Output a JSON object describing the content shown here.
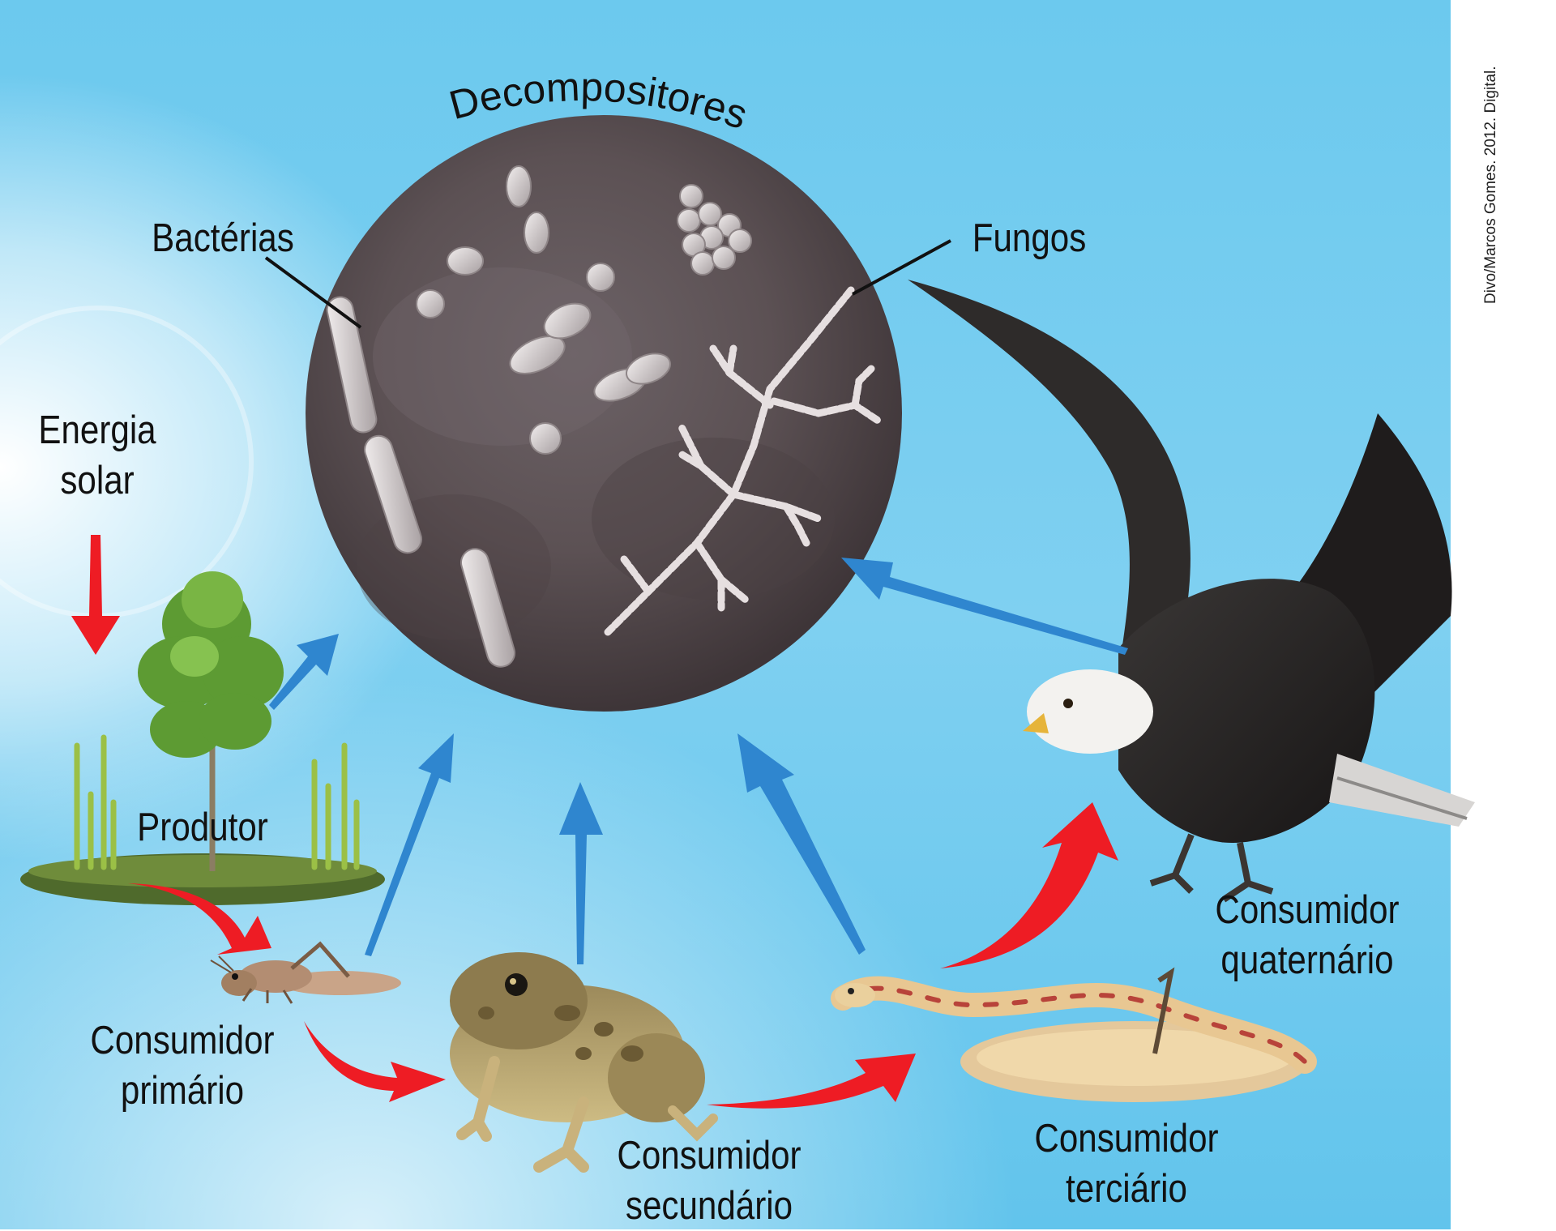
{
  "labels": {
    "decomposers": "Decompositores",
    "bacteria": "Bactérias",
    "fungi": "Fungos",
    "solar_energy": [
      "Energia",
      "solar"
    ],
    "producer": "Produtor",
    "primary_consumer": [
      "Consumidor",
      "primário"
    ],
    "secondary_consumer": [
      "Consumidor",
      "secundário"
    ],
    "tertiary_consumer": [
      "Consumidor",
      "terciário"
    ],
    "quaternary_consumer": [
      "Consumidor",
      "quaternário"
    ]
  },
  "credit": "Divo/Marcos Gomes. 2012. Digital.",
  "colors": {
    "sky": "#5cc4ee",
    "energy_flow_arrow": "#ee1c24",
    "decomposition_arrow": "#2f86cf",
    "decomposer_circle": "#62575a",
    "text": "#111111"
  }
}
